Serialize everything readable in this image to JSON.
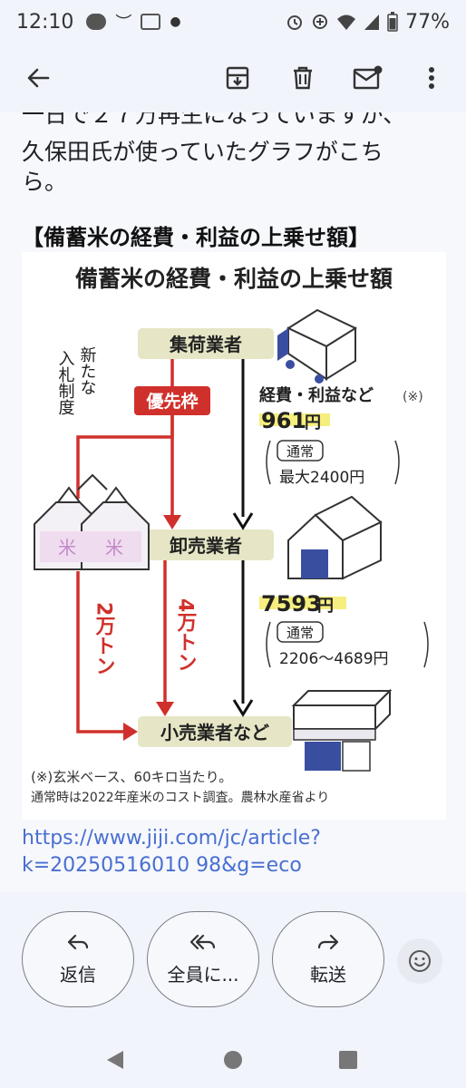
{
  "status_bar": {
    "time": "12:10",
    "battery": "77%"
  },
  "app_bar": {
    "back_icon": "arrow-left-icon",
    "actions": [
      "archive-icon",
      "trash-icon",
      "mark-unread-icon",
      "more-vert-icon"
    ]
  },
  "message": {
    "clipped_line": "一日で２７万再生になっていますが、",
    "line2": "久保田氏が使っていたグラフがこち",
    "line3": "ら。",
    "heading": "【備蓄米の経費・利益の上乗せ額】",
    "link_line1": "https://www.jiji.com/jc/article?",
    "link_line2": "k=20250516010 98&g=eco"
  },
  "figure": {
    "title": "備蓄米の経費・利益の上乗せ額",
    "stage1": "集荷業者",
    "stage2": "卸売業者",
    "stage3": "小売業者など",
    "priority": "優先枠",
    "new_bid": "新たな入札制度",
    "new_bid_cols": [
      "新たな",
      "入札制度"
    ],
    "left_amount": "2万トン",
    "mid_amount": "4万トン",
    "cost_label": "経費・利益など",
    "cost_note": "(※)",
    "value1": "961",
    "value1_unit": "円",
    "normal_label": "通常",
    "normal1": "最大2400円",
    "value2": "7593",
    "value2_unit": "円",
    "normal2": "2206〜4689円",
    "bag_mark": "米",
    "footnote1": "(※)玄米ベース、60キロ当たり。",
    "footnote2": "通常時は2022年産米のコスト調査。農林水産省より",
    "colors": {
      "accent_red": "#d0302b",
      "stage_bg": "#e6e6c6",
      "highlight": "#f6ee7e",
      "blue": "#3a4ea0"
    }
  },
  "actions": {
    "reply": "返信",
    "reply_all": "全員に...",
    "forward": "転送"
  },
  "nav": [
    "back-triangle-icon",
    "home-circle-icon",
    "recents-square-icon"
  ]
}
